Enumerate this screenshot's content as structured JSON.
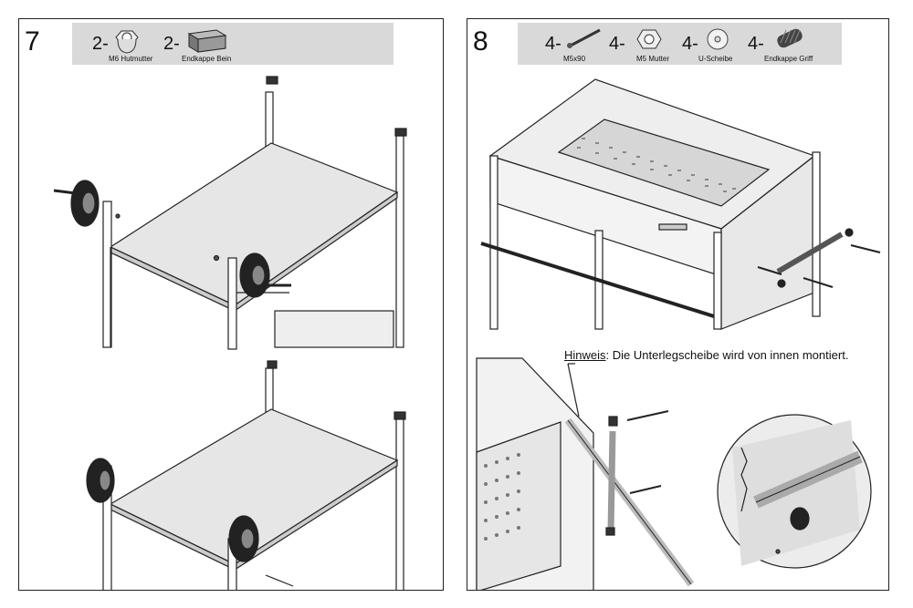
{
  "step7": {
    "number": "7",
    "parts": [
      {
        "qty": "2-",
        "label": "M6 Hutmutter",
        "icon": "cap-nut-icon"
      },
      {
        "qty": "2-",
        "label": "Endkappe Bein",
        "icon": "end-cap-leg-icon"
      }
    ]
  },
  "step8": {
    "number": "8",
    "parts": [
      {
        "qty": "4-",
        "label": "M5x90",
        "icon": "bolt-icon"
      },
      {
        "qty": "4-",
        "label": "M5 Mutter",
        "icon": "nut-icon"
      },
      {
        "qty": "4-",
        "label": "U-Scheibe",
        "icon": "washer-icon"
      },
      {
        "qty": "4-",
        "label": "Endkappe Griff",
        "icon": "end-cap-handle-icon"
      }
    ],
    "note_keyword": "Hinweis",
    "note_text": ": Die Unterlegscheibe wird von innen montiert."
  },
  "colors": {
    "partsbar": "#d9d9d9",
    "line": "#222222",
    "shelf": "#e6e6e6"
  }
}
